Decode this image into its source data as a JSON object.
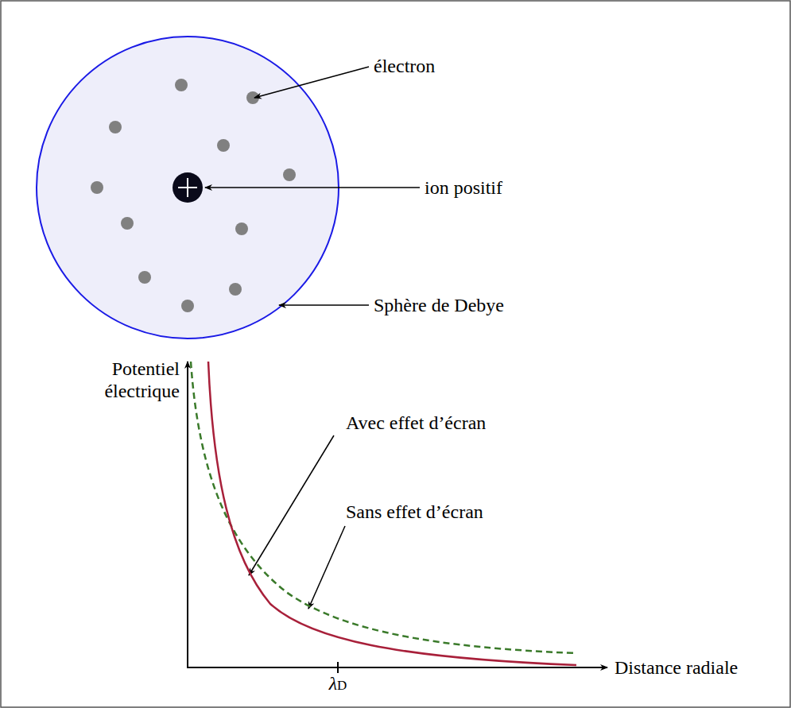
{
  "diagram": {
    "labels": [
      "électron",
      "ion positif",
      "Sphère de Debye",
      "Potentiel électrique",
      "Avec effet d’écran",
      "Sans effet d’écran",
      "Distance radiale",
      "λD"
    ]
  }
}
